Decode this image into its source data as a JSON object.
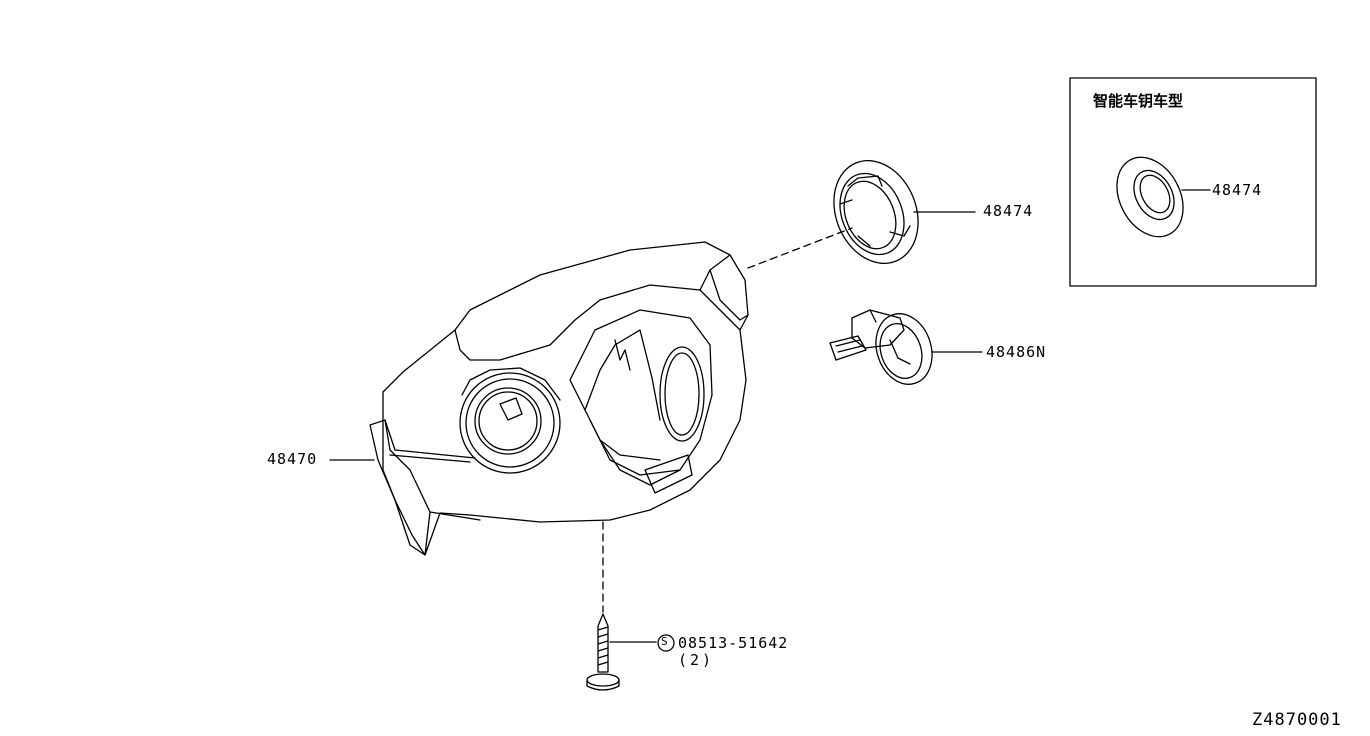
{
  "diagram": {
    "labels": {
      "part_48470": "48470",
      "part_48474": "48474",
      "part_48486n": "48486N",
      "screw_part": "08513-51642",
      "screw_symbol": "S",
      "screw_qty": "(2)",
      "drawing_id": "Z4870001"
    },
    "inset": {
      "title": "智能车钥车型",
      "part_label": "48474"
    }
  }
}
